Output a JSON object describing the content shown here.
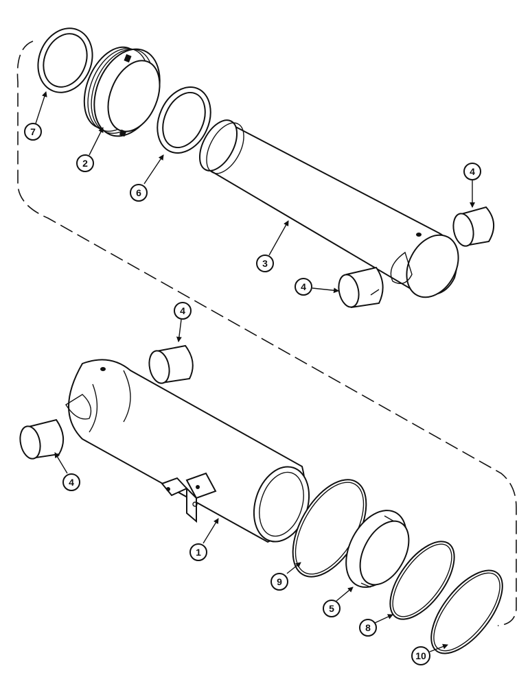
{
  "callouts": {
    "c7": "7",
    "c2": "2",
    "c6": "6",
    "c3": "3",
    "c4_top_right": "4",
    "c4_mid_right": "4",
    "c4_mid_left": "4",
    "c4_bottom_left": "4",
    "c1": "1",
    "c9": "9",
    "c5": "5",
    "c8": "8",
    "c10": "10"
  }
}
